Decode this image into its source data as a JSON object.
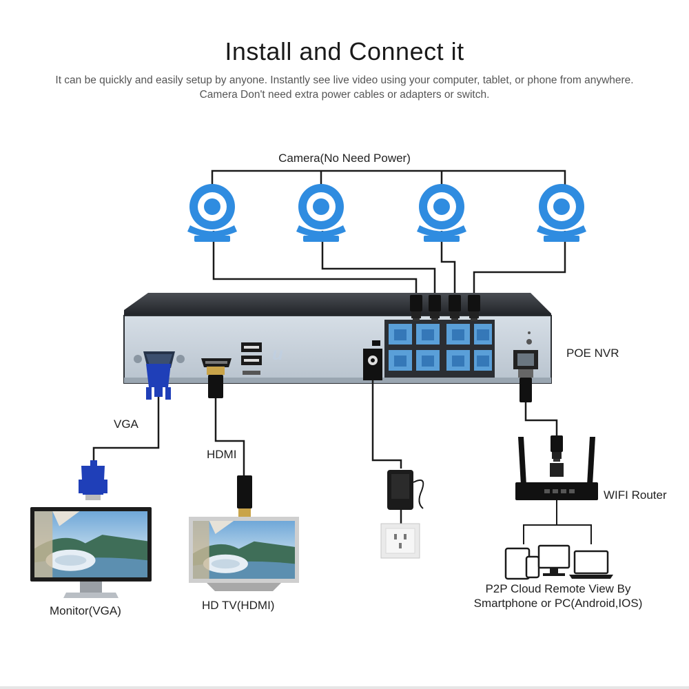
{
  "header": {
    "title": "Install and Connect it",
    "subtitle_line1": "It can be quickly and easily setup by anyone. Instantly see live video using your computer, tablet, or phone from anywhere.",
    "subtitle_line2": "Camera Don't need extra power cables or adapters or switch."
  },
  "labels": {
    "cameras": "Camera(No Need Power)",
    "nvr": "POE NVR",
    "vga_cable": "VGA",
    "hdmi_cable": "HDMI",
    "router": "WIFI Router",
    "monitor": "Monitor(VGA)",
    "tv": "HD TV(HDMI)",
    "remote_line1": "P2P Cloud Remote View By",
    "remote_line2": "Smartphone or PC(Android,IOS)"
  },
  "colors": {
    "camera_blue": "#2f8ce0",
    "cable": "#1a1a1a",
    "vga_blue": "#1f3fb8",
    "nvr_body": "#c9d3dc",
    "nvr_top": "#2a2d31",
    "port_blue": "#5a9fd8"
  },
  "icons": [
    "camera-icon",
    "vga-connector-icon",
    "hdmi-connector-icon",
    "rj45-plug-icon",
    "power-adapter-icon",
    "wall-socket-icon",
    "monitor-icon",
    "tv-icon",
    "router-icon",
    "laptop-icon",
    "tablet-icon",
    "smartphone-icon"
  ]
}
